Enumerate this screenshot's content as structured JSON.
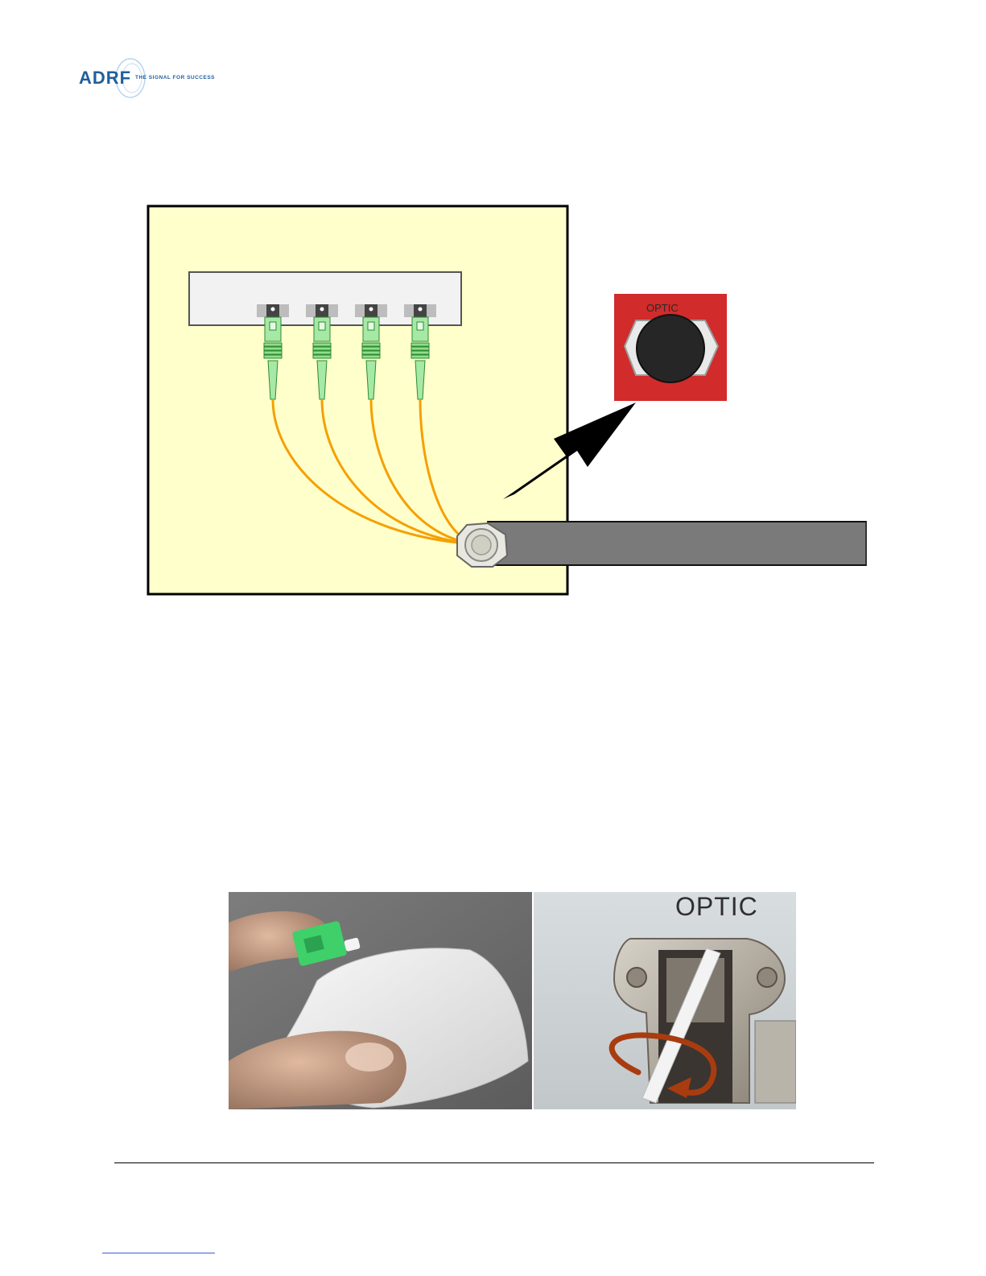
{
  "header": {
    "brand": "ADRF",
    "tagline": "THE SIGNAL FOR SUCCESS"
  },
  "diagram": {
    "port_label": "OPTIC",
    "connector_count": 4
  },
  "photos": {
    "right_label": "OPTIC"
  },
  "colors": {
    "panel_fill": "#ffffcc",
    "fiber": "#f5a000",
    "connector": "#a6e8a6",
    "port_plate": "#d12b2b",
    "cable": "#7a7a7a",
    "rotation_arrow": "#a83c10"
  }
}
